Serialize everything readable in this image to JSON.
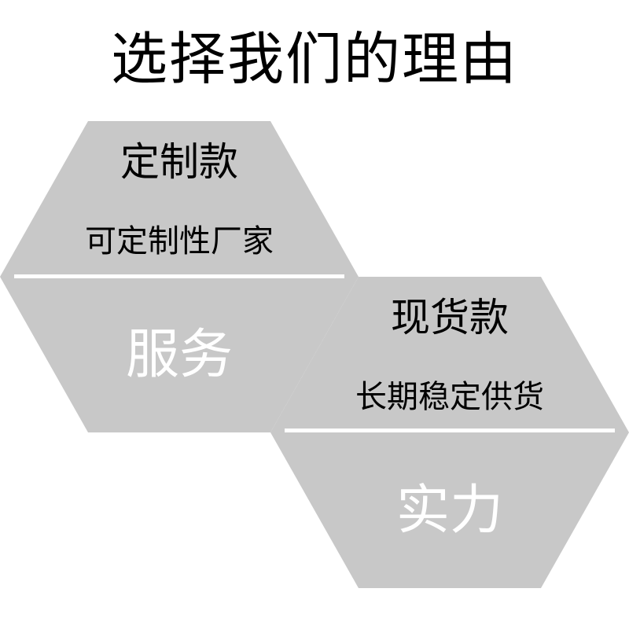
{
  "page": {
    "title": "选择我们的理由"
  },
  "colors": {
    "hex_fill": "#c8c8c8",
    "divider": "#ffffff",
    "title": "#000000",
    "foot_text": "#ffffff"
  },
  "hexagons": [
    {
      "heading": "定制款",
      "subtitle": "可定制性厂家",
      "label": "服务"
    },
    {
      "heading": "现货款",
      "subtitle": "长期稳定供货",
      "label": "实力"
    }
  ]
}
